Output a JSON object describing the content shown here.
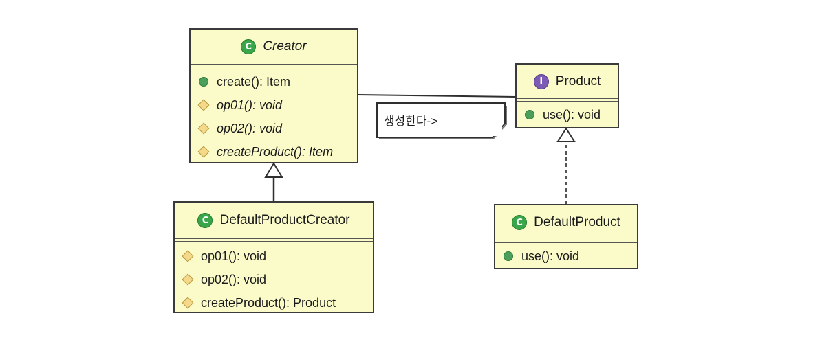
{
  "diagram": {
    "classes": [
      {
        "id": "creator",
        "kind": "class",
        "badge": "C",
        "name": "Creator",
        "abstract": true,
        "members": [
          {
            "visibility": "public",
            "text": "create(): Item",
            "abstract": false
          },
          {
            "visibility": "protected",
            "text": "op01(): void",
            "abstract": true
          },
          {
            "visibility": "protected",
            "text": "op02(): void",
            "abstract": true
          },
          {
            "visibility": "protected",
            "text": "createProduct(): Item",
            "abstract": true
          }
        ]
      },
      {
        "id": "product",
        "kind": "interface",
        "badge": "I",
        "name": "Product",
        "abstract": false,
        "members": [
          {
            "visibility": "public",
            "text": "use(): void",
            "abstract": false
          }
        ]
      },
      {
        "id": "default-product-creator",
        "kind": "class",
        "badge": "C",
        "name": "DefaultProductCreator",
        "abstract": false,
        "members": [
          {
            "visibility": "protected",
            "text": "op01(): void",
            "abstract": false
          },
          {
            "visibility": "protected",
            "text": "op02(): void",
            "abstract": false
          },
          {
            "visibility": "protected",
            "text": "createProduct(): Product",
            "abstract": false
          }
        ]
      },
      {
        "id": "default-product",
        "kind": "class",
        "badge": "C",
        "name": "DefaultProduct",
        "abstract": false,
        "members": [
          {
            "visibility": "public",
            "text": "use(): void",
            "abstract": false
          }
        ]
      }
    ],
    "note": {
      "text": "생성한다->"
    },
    "relations": [
      {
        "type": "association",
        "from": "creator",
        "to": "product"
      },
      {
        "type": "generalization",
        "from": "default-product-creator",
        "to": "creator"
      },
      {
        "type": "realization",
        "from": "default-product",
        "to": "product"
      }
    ],
    "colors": {
      "class_fill": "#fbfbc9",
      "border": "#3a3a3a",
      "class_badge": "#3aa64a",
      "interface_badge": "#7b5bb3",
      "public_marker": "#4aa05a",
      "protected_marker": "#f4d98a"
    }
  }
}
